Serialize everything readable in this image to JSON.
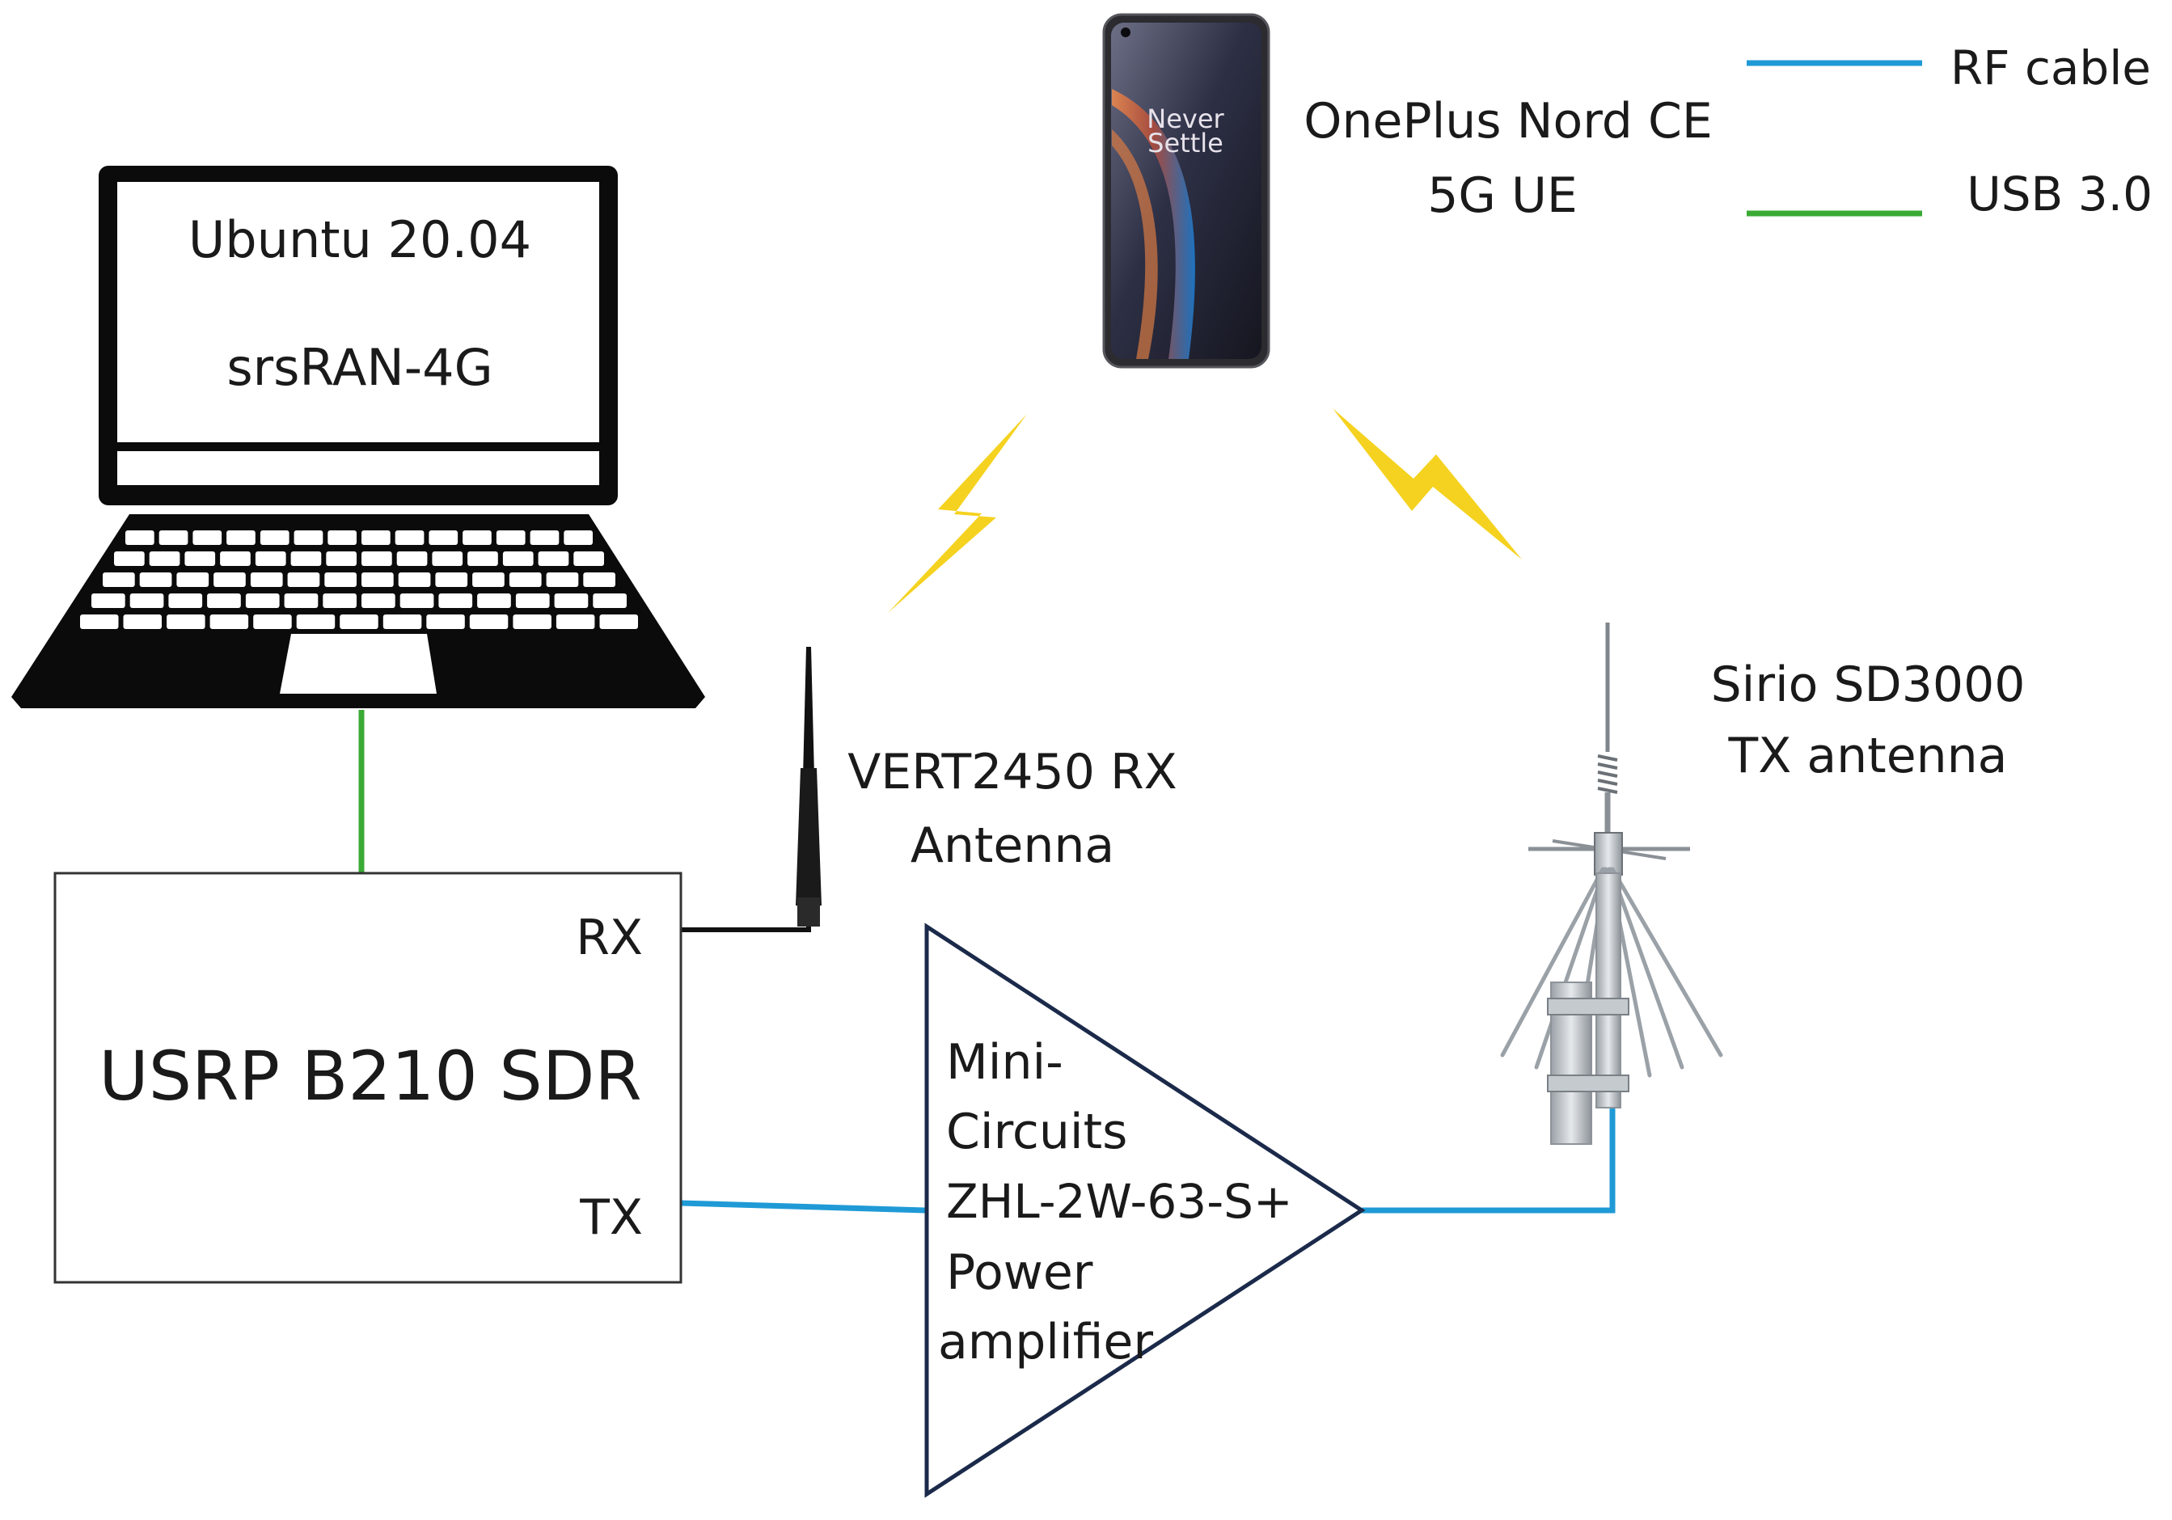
{
  "laptop": {
    "os": "Ubuntu 20.04",
    "software": "srsRAN-4G"
  },
  "sdr": {
    "name": "USRP B210 SDR",
    "rx_port": "RX",
    "tx_port": "TX"
  },
  "rx_antenna": {
    "line1": "VERT2450 RX",
    "line2": "Antenna"
  },
  "amplifier": {
    "lines": [
      "Mini-",
      "Circuits",
      "ZHL-2W-63-S+",
      "Power",
      "amplifier"
    ]
  },
  "tx_antenna": {
    "line1": "Sirio SD3000",
    "line2": "TX antenna"
  },
  "phone": {
    "line1": "OnePlus Nord CE",
    "line2": "5G UE",
    "screen_text": [
      "Never",
      "Settle"
    ]
  },
  "legend": {
    "rf_cable": "RF cable",
    "usb": "USB 3.0"
  },
  "colors": {
    "rf_cable": "#1f9ad6",
    "usb": "#3aaa35",
    "wireless_bolt": "#f5d21f",
    "amplifier_outline": "#1b2a4a"
  }
}
